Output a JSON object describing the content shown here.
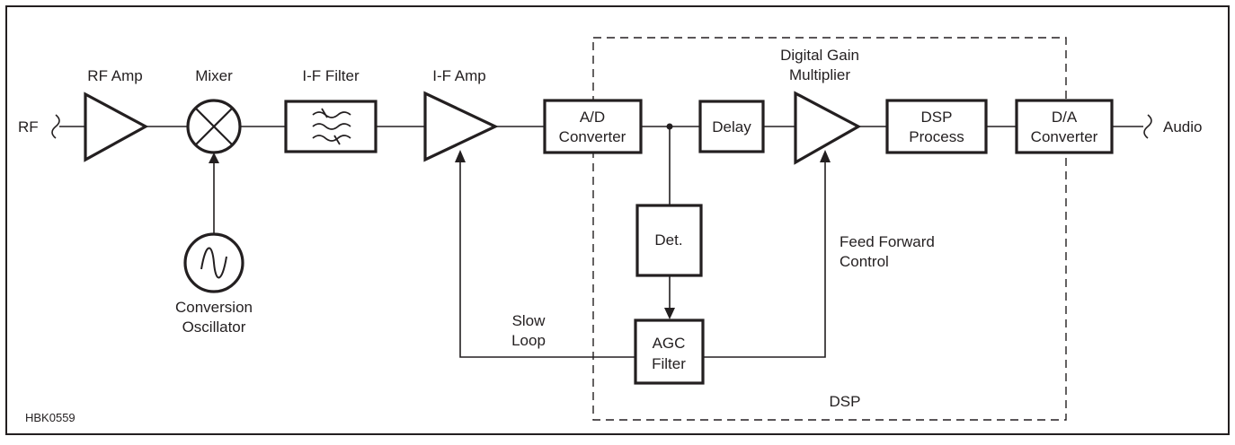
{
  "labels": {
    "rf_in": "RF",
    "audio_out": "Audio",
    "rf_amp": "RF Amp",
    "mixer": "Mixer",
    "if_filter": "I-F Filter",
    "if_amp": "I-F Amp",
    "ad_converter": [
      "A/D",
      "Converter"
    ],
    "delay": "Delay",
    "digital_gain_multiplier": [
      "Digital Gain",
      "Multiplier"
    ],
    "dsp_process": [
      "DSP",
      "Process"
    ],
    "da_converter": [
      "D/A",
      "Converter"
    ],
    "detector": "Det.",
    "agc_filter": [
      "AGC",
      "Filter"
    ],
    "feed_forward_control": [
      "Feed Forward",
      "Control"
    ],
    "slow_loop": [
      "Slow",
      "Loop"
    ],
    "conversion_oscillator": [
      "Conversion",
      "Oscillator"
    ],
    "dsp_region": "DSP",
    "figure_id": "HBK0559"
  }
}
